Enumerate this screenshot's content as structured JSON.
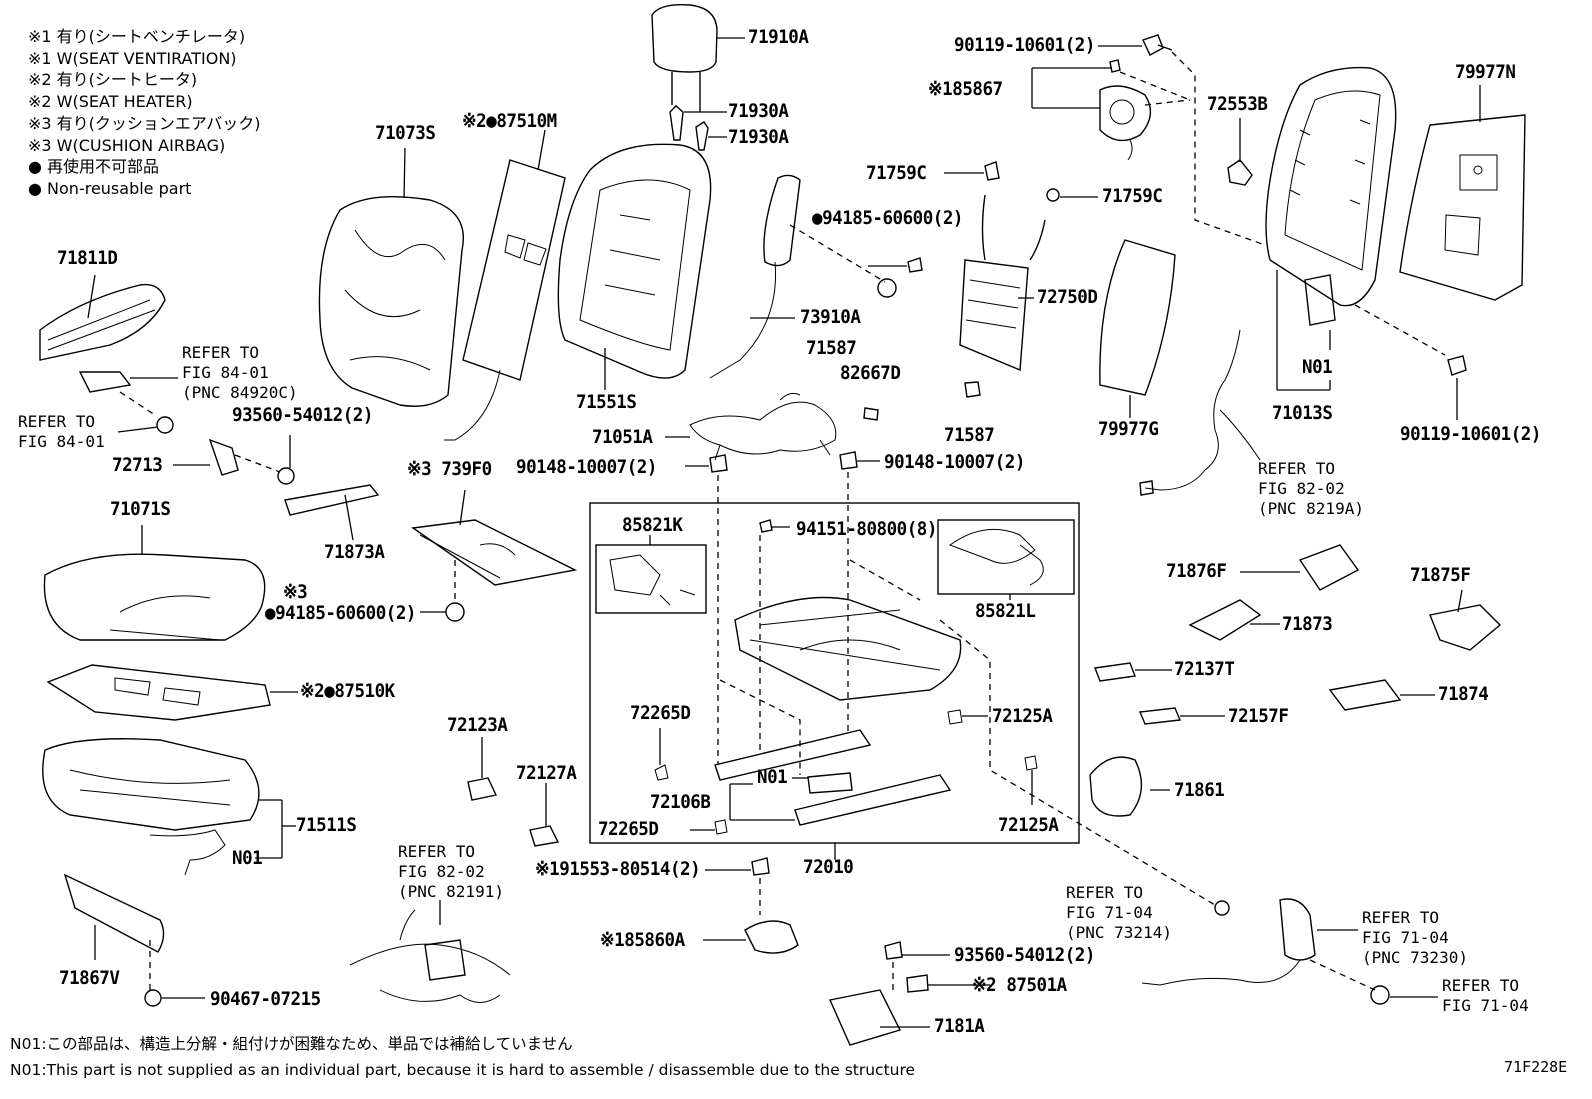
{
  "legend": [
    "※1 有り(シートベンチレータ)",
    "※1 W(SEAT VENTIRATION)",
    "※2 有り(シートヒータ)",
    "※2 W(SEAT HEATER)",
    "※3 有り(クッションエアバック)",
    "※3 W(CUSHION AIRBAG)",
    "● 再使用不可部品",
    "● Non-reusable part"
  ],
  "parts": {
    "p71910A": "71910A",
    "p71930A_1": "71930A",
    "p71930A_2": "71930A",
    "p87510M": "※2●87510M",
    "p71073S": "71073S",
    "p71551S": "71551S",
    "p73910A": "73910A",
    "p94185_top": "●94185-60600(2)",
    "p71759C_1": "71759C",
    "p71759C_2": "71759C",
    "p90119_top": "90119-10601(2)",
    "p85867": "※185867",
    "p72553B": "72553B",
    "p79977N": "79977N",
    "p72750D": "72750D",
    "p71587_1": "71587",
    "p82667D": "82667D",
    "p71587_2": "71587",
    "p79977G": "79977G",
    "p71013S": "71013S",
    "pN01_r": "N01",
    "p90119_r": "90119-10601(2)",
    "p71811D": "71811D",
    "p93560_l": "93560-54012(2)",
    "p72713": "72713",
    "p71873A": "71873A",
    "p739F0": "※3 739F0",
    "p71051A": "71051A",
    "p90148_l": "90148-10007(2)",
    "p90148_r": "90148-10007(2)",
    "p71071S": "71071S",
    "p94185_mid_note": "※3",
    "p94185_mid": "●94185-60600(2)",
    "p87510K": "※2●87510K",
    "p85821K": "85821K",
    "p94151": "94151-80800(8)",
    "p85821L": "85821L",
    "p72265D_1": "72265D",
    "p72106B": "72106B",
    "pN01_c": "N01",
    "p72265D_2": "72265D",
    "p72125A_1": "72125A",
    "p72125A_2": "72125A",
    "p72010": "72010",
    "p72123A": "72123A",
    "p72127A": "72127A",
    "p71511S": "71511S",
    "pN01_l": "N01",
    "p71867V": "71867V",
    "p90467": "90467-07215",
    "p91553": "※191553-80514(2)",
    "p85860A": "※185860A",
    "p93560_b": "93560-54012(2)",
    "p87501A": "※2 87501A",
    "p7181A": "7181A",
    "p71876F": "71876F",
    "p71875F": "71875F",
    "p71873": "71873",
    "p72137T": "72137T",
    "p71874": "71874",
    "p72157F": "72157F",
    "p71861": "71861"
  },
  "refs": {
    "r1": "REFER TO\nFIG 84-01\n(PNC 84920C)",
    "r2": "REFER TO\nFIG 84-01",
    "r3": "REFER TO\nFIG 82-02\n(PNC 8219A)",
    "r4": "REFER TO\nFIG 82-02\n(PNC 82191)",
    "r5": "REFER TO\nFIG 71-04\n(PNC 73214)",
    "r6": "REFER TO\nFIG 71-04\n(PNC 73230)",
    "r7": "REFER TO\nFIG 71-04"
  },
  "notes": {
    "jp": "N01:この部品は、構造上分解・組付けが困難なため、単品では補給していません",
    "en": "N01:This part is not supplied as an individual part, because it is hard to assemble / disassemble due to the structure",
    "fig": "71F228E"
  }
}
